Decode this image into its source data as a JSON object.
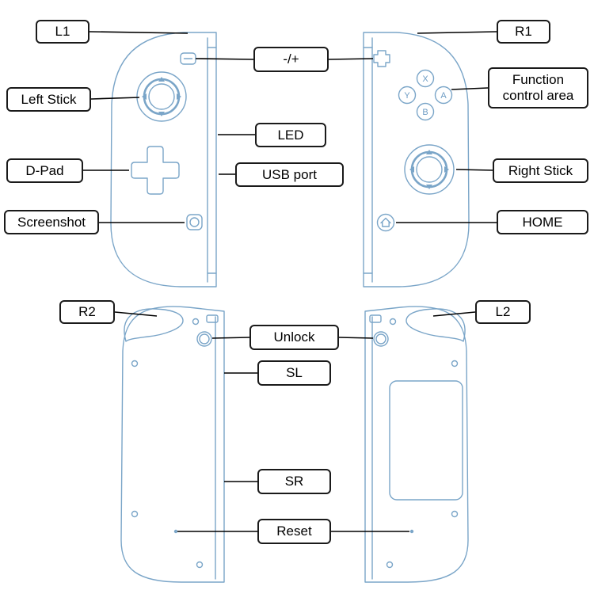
{
  "labels": {
    "l1": "L1",
    "r1": "R1",
    "minus_plus": "-/+",
    "left_stick": "Left Stick",
    "function_area": "Function control area",
    "led": "LED",
    "dpad": "D-Pad",
    "usb_port": "USB port",
    "right_stick": "Right Stick",
    "screenshot": "Screenshot",
    "home": "HOME",
    "r2": "R2",
    "l2": "L2",
    "unlock": "Unlock",
    "sl": "SL",
    "sr": "SR",
    "reset": "Reset"
  },
  "face_buttons": {
    "x": "X",
    "y": "Y",
    "a": "A",
    "b": "B"
  },
  "colors": {
    "outline": "#7aa5c8",
    "label_border": "#1a1a1a",
    "connector": "#000000",
    "background": "#ffffff"
  }
}
